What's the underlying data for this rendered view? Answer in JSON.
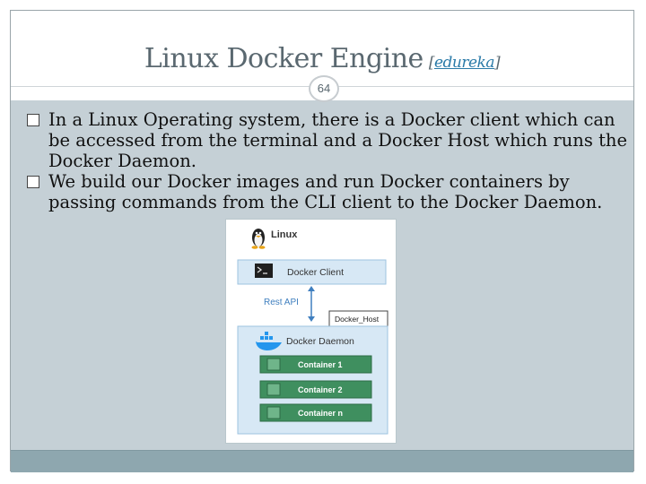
{
  "slide": {
    "title_main": "Linux Docker Engine",
    "title_source_prefix": "[",
    "title_source_link": "edureka",
    "title_source_suffix": "]",
    "page_number": "64"
  },
  "bullets": [
    "In a Linux Operating system, there is a Docker client which can be accessed from the terminal and a Docker Host which runs the Docker Daemon.",
    "We build our Docker images and run Docker containers by passing commands from the CLI client to the Docker Daemon."
  ],
  "diagram": {
    "os_label": "Linux",
    "client_label": "Docker Client",
    "api_label": "Rest API",
    "host_label": "Docker_Host",
    "daemon_label": "Docker Daemon",
    "containers": [
      "Container 1",
      "Container 2",
      "Container n"
    ],
    "colors": {
      "client_box": "#d7e8f5",
      "host_box": "#d7e8f5",
      "container": "#3f8f5f",
      "arrow": "#3f7fbf",
      "border": "#9ec3e0"
    }
  },
  "colors": {
    "content_bg": "#c5d0d6",
    "footer_bg": "#8ea7af",
    "title": "#5a6870",
    "link": "#2a7aa8"
  }
}
